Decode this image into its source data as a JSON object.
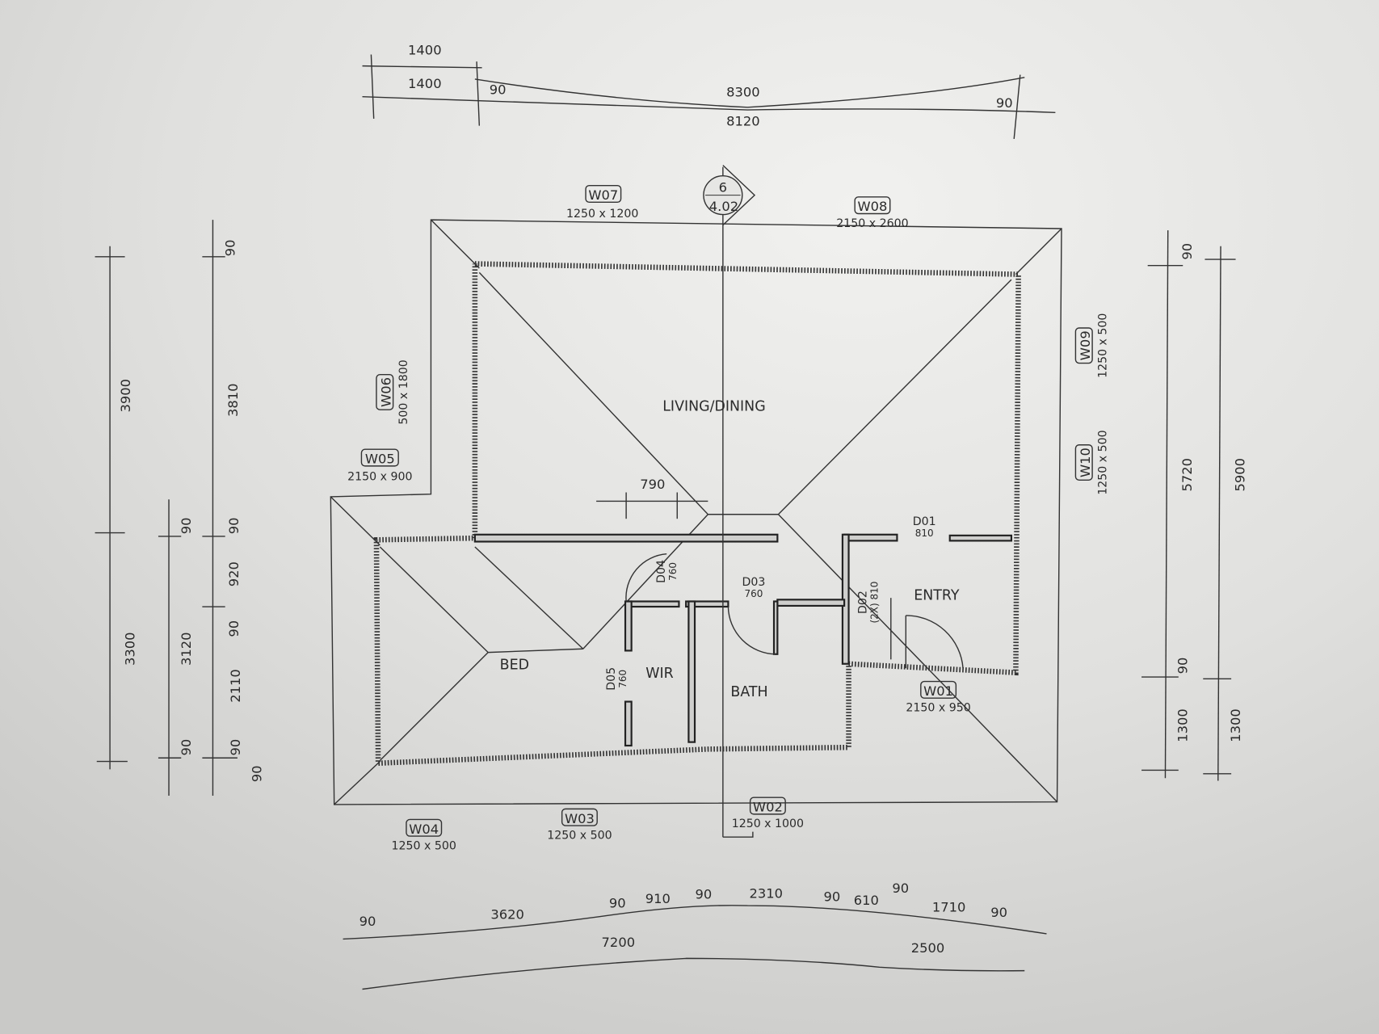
{
  "rooms": {
    "living": "LIVING/DINING",
    "bed": "BED",
    "wir": "WIR",
    "bath": "BATH",
    "entry": "ENTRY"
  },
  "doors": [
    {
      "id": "D01",
      "size": "810"
    },
    {
      "id": "D02",
      "size": "(2X) 810"
    },
    {
      "id": "D03",
      "size": "760"
    },
    {
      "id": "D04",
      "size": "760"
    },
    {
      "id": "D05",
      "size": "760"
    }
  ],
  "windows": [
    {
      "id": "W01",
      "size": "2150 x 950"
    },
    {
      "id": "W02",
      "size": "1250 x 1000"
    },
    {
      "id": "W03",
      "size": "1250 x 500"
    },
    {
      "id": "W04",
      "size": "1250 x 500"
    },
    {
      "id": "W05",
      "size": "2150 x 900"
    },
    {
      "id": "W06",
      "size": "500 x 1800"
    },
    {
      "id": "W07",
      "size": "1250 x 1200"
    },
    {
      "id": "W08",
      "size": "2150 x 2600"
    },
    {
      "id": "W09",
      "size": "1250 x 500"
    },
    {
      "id": "W10",
      "size": "1250 x 500"
    }
  ],
  "section_marker": {
    "number": "6",
    "sheet": "4.02"
  },
  "dimensions": {
    "top": [
      "1400",
      "1400",
      "90",
      "8300",
      "90",
      "8120"
    ],
    "left": [
      "3900",
      "3300",
      "90",
      "3120",
      "90",
      "90",
      "3810",
      "90",
      "920",
      "90",
      "2110",
      "90",
      "90"
    ],
    "right": [
      "90",
      "5720",
      "5900",
      "90",
      "1300",
      "1300"
    ],
    "bottom": [
      "90",
      "3620",
      "90",
      "910",
      "90",
      "2310",
      "90",
      "610",
      "90",
      "1710",
      "90",
      "7200",
      "2500"
    ],
    "interior": [
      "790"
    ]
  },
  "colors": {
    "paper": "#dcdcda",
    "ink": "#2b2b2b"
  }
}
